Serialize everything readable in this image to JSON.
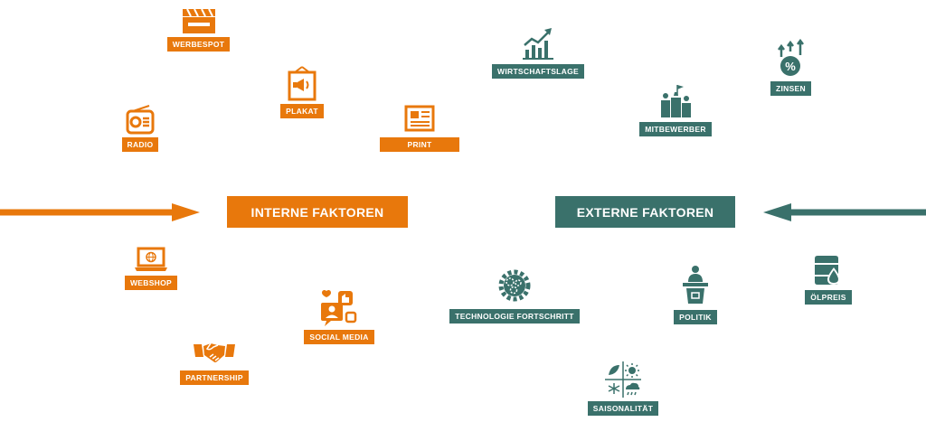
{
  "colors": {
    "internal": "#e8780c",
    "external": "#3a716b"
  },
  "internal": {
    "title": "INTERNE FAKTOREN",
    "items": {
      "werbespot": {
        "label": "WERBESPOT",
        "icon": "clapperboard-icon"
      },
      "radio": {
        "label": "RADIO",
        "icon": "radio-icon"
      },
      "plakat": {
        "label": "PLAKAT",
        "icon": "poster-megaphone-icon"
      },
      "print": {
        "label": "PRINT",
        "icon": "newspaper-icon"
      },
      "webshop": {
        "label": "WEBSHOP",
        "icon": "laptop-globe-icon"
      },
      "social_media": {
        "label": "SOCIAL MEDIA",
        "icon": "social-media-icon"
      },
      "partnership": {
        "label": "PARTNERSHIP",
        "icon": "handshake-icon"
      }
    }
  },
  "external": {
    "title": "EXTERNE FAKTOREN",
    "items": {
      "wirtschaftslage": {
        "label": "WIRTSCHAFTSLAGE",
        "icon": "growth-chart-icon"
      },
      "zinsen": {
        "label": "ZINSEN",
        "icon": "percent-arrows-icon"
      },
      "mitbewerber": {
        "label": "MITBEWERBER",
        "icon": "podium-competitors-icon"
      },
      "technologie": {
        "label": "TECHNOLOGIE FORTSCHRITT",
        "icon": "gears-icon"
      },
      "politik": {
        "label": "POLITIK",
        "icon": "speaker-lectern-icon"
      },
      "oelpreis": {
        "label": "ÖLPREIS",
        "icon": "oil-barrel-drop-icon"
      },
      "saisonalitaet": {
        "label": "SAISONALITÄT",
        "icon": "seasons-icon"
      }
    }
  }
}
